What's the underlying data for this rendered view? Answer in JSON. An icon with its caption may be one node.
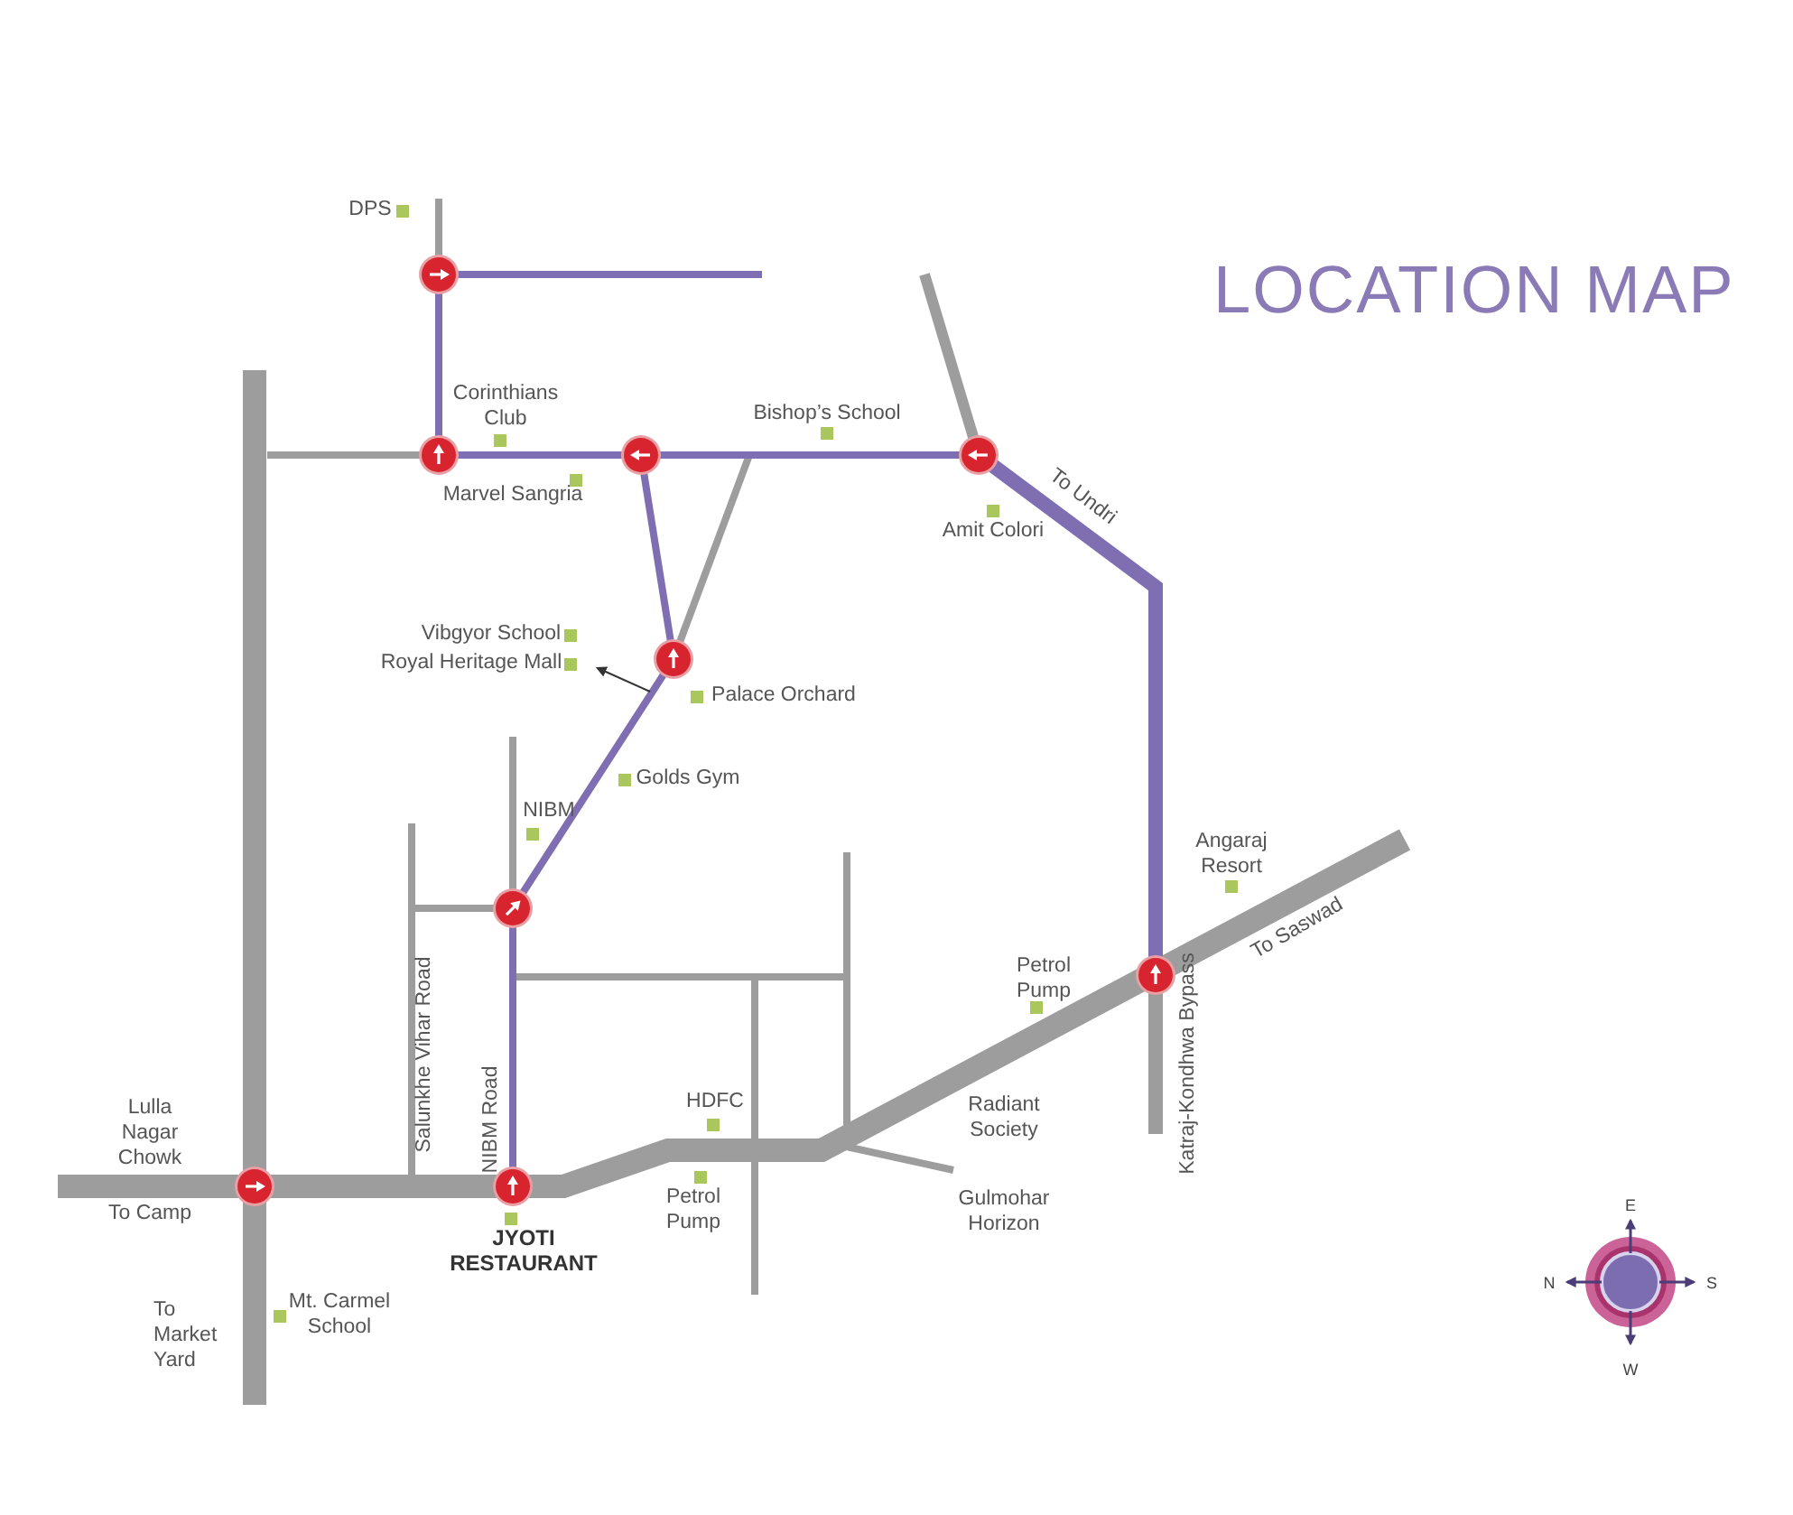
{
  "diagram": {
    "title": "LOCATION MAP",
    "labels": [
      "DPS",
      "Corinthians Club",
      "Bishop’s School",
      "Marvel Sangria",
      "To Undri",
      "Amit Colori",
      "Vibgyor School",
      "Royal Heritage Mall",
      "Palace Orchard",
      "Golds Gym",
      "NIBM",
      "Angaraj Resort",
      "Petrol Pump",
      "To Saswad",
      "Salunkhe Vihar Road",
      "NIBM Road",
      "HDFC",
      "Katraj-Kondhwa Bypass",
      "Radiant Society",
      "Lulla Nagar Chowk",
      "To Camp",
      "Petrol Pump",
      "JYOTI RESTAURANT",
      "Gulmohar Horizon",
      "To Market Yard",
      "Mt. Carmel School",
      "E",
      "N",
      "S",
      "W"
    ]
  }
}
